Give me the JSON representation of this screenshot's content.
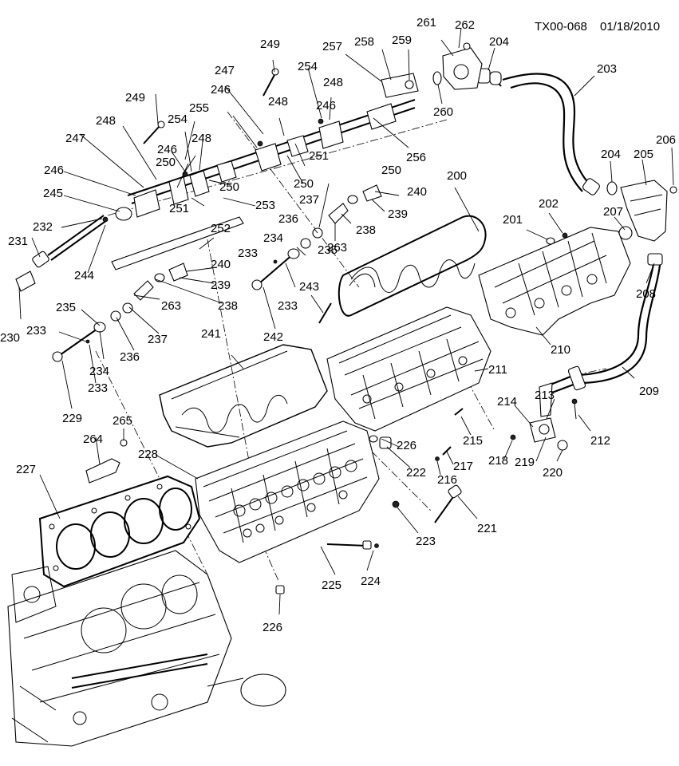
{
  "header": {
    "code": "TX00-068",
    "date": "01/18/2010"
  },
  "callouts": {
    "c200": "200",
    "c201": "201",
    "c202": "202",
    "c203": "203",
    "c204a": "204",
    "c204b": "204",
    "c205": "205",
    "c206": "206",
    "c207": "207",
    "c208": "208",
    "c209": "209",
    "c210": "210",
    "c211": "211",
    "c212": "212",
    "c213": "213",
    "c214": "214",
    "c215": "215",
    "c216": "216",
    "c217": "217",
    "c218": "218",
    "c219": "219",
    "c220": "220",
    "c221": "221",
    "c222": "222",
    "c223": "223",
    "c224": "224",
    "c225": "225",
    "c226a": "226",
    "c226b": "226",
    "c227": "227",
    "c228": "228",
    "c229": "229",
    "c230": "230",
    "c231": "231",
    "c232": "232",
    "c233a": "233",
    "c233b": "233",
    "c233c": "233",
    "c233d": "233",
    "c234a": "234",
    "c234b": "234",
    "c235a": "235",
    "c235b": "235",
    "c236a": "236",
    "c236b": "236",
    "c237a": "237",
    "c237b": "237",
    "c238a": "238",
    "c238b": "238",
    "c239a": "239",
    "c239b": "239",
    "c240a": "240",
    "c240b": "240",
    "c241": "241",
    "c242": "242",
    "c243": "243",
    "c244": "244",
    "c245": "245",
    "c246a": "246",
    "c246b": "246",
    "c246c": "246",
    "c246d": "246",
    "c247a": "247",
    "c247b": "247",
    "c248a": "248",
    "c248b": "248",
    "c248c": "248",
    "c248d": "248",
    "c249a": "249",
    "c249b": "249",
    "c250a": "250",
    "c250b": "250",
    "c250c": "250",
    "c250d": "250",
    "c251a": "251",
    "c251b": "251",
    "c252": "252",
    "c253": "253",
    "c254a": "254",
    "c254b": "254",
    "c255": "255",
    "c256": "256",
    "c257": "257",
    "c258": "258",
    "c259": "259",
    "c260": "260",
    "c261": "261",
    "c262": "262",
    "c263a": "263",
    "c263b": "263",
    "c264": "264",
    "c265": "265"
  }
}
